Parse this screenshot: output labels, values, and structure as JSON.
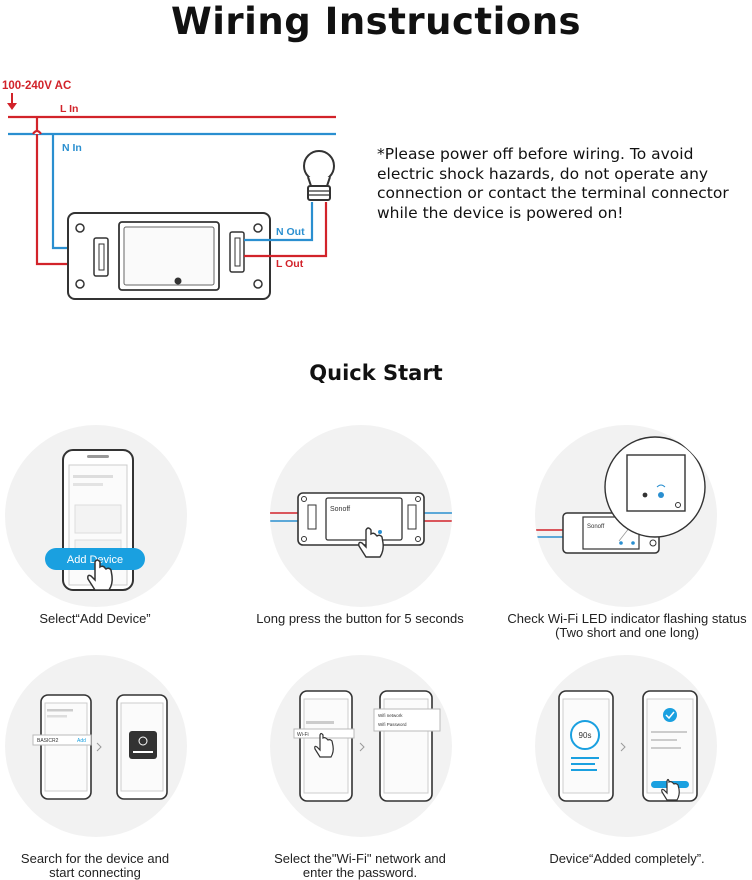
{
  "title": "Wiring Instructions",
  "wiring": {
    "voltage_label": "100-240V AC",
    "l_in": "L In",
    "n_in": "N In",
    "n_out": "N Out",
    "l_out": "L Out"
  },
  "warning": "*Please power off before wiring. To avoid electric shock hazards, do not operate any connection or contact the terminal connector while the device is powered on!",
  "quick_start": {
    "title": "Quick Start",
    "add_device_button": "Add Device",
    "timer_label": "90s",
    "steps": [
      {
        "caption": "Select“Add Device”"
      },
      {
        "caption": "Long press the button for 5 seconds"
      },
      {
        "caption": "Check Wi-Fi LED indicator flashing status\n(Two short and one long)"
      },
      {
        "caption": "Search for the device and\nstart connecting"
      },
      {
        "caption": "Select the\"Wi-Fi\" network and\nenter the password."
      },
      {
        "caption": "Device“Added completely”."
      }
    ]
  },
  "colors": {
    "live_wire": "#d2232a",
    "neutral_wire": "#2a8fd0",
    "accent_button": "#1aa0e0",
    "circle_bg": "#f2f2f2"
  }
}
